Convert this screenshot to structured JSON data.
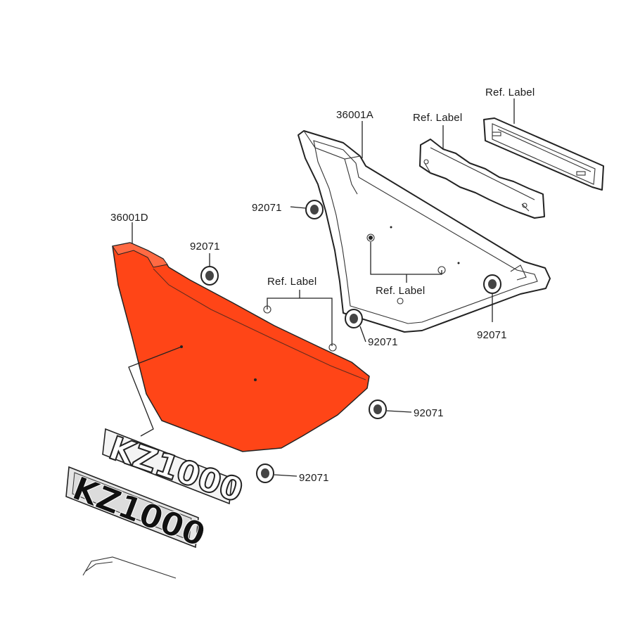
{
  "colors": {
    "highlight": "#ff4517",
    "ink": "#222222",
    "paper": "#ffffff"
  },
  "labels": {
    "part_36001A": "36001A",
    "part_36001D": "36001D",
    "ref_label": "Ref. Label",
    "grommet": "92071"
  },
  "emblem": {
    "text_upper": "KZ1000",
    "text_lower": "KZ1000"
  }
}
